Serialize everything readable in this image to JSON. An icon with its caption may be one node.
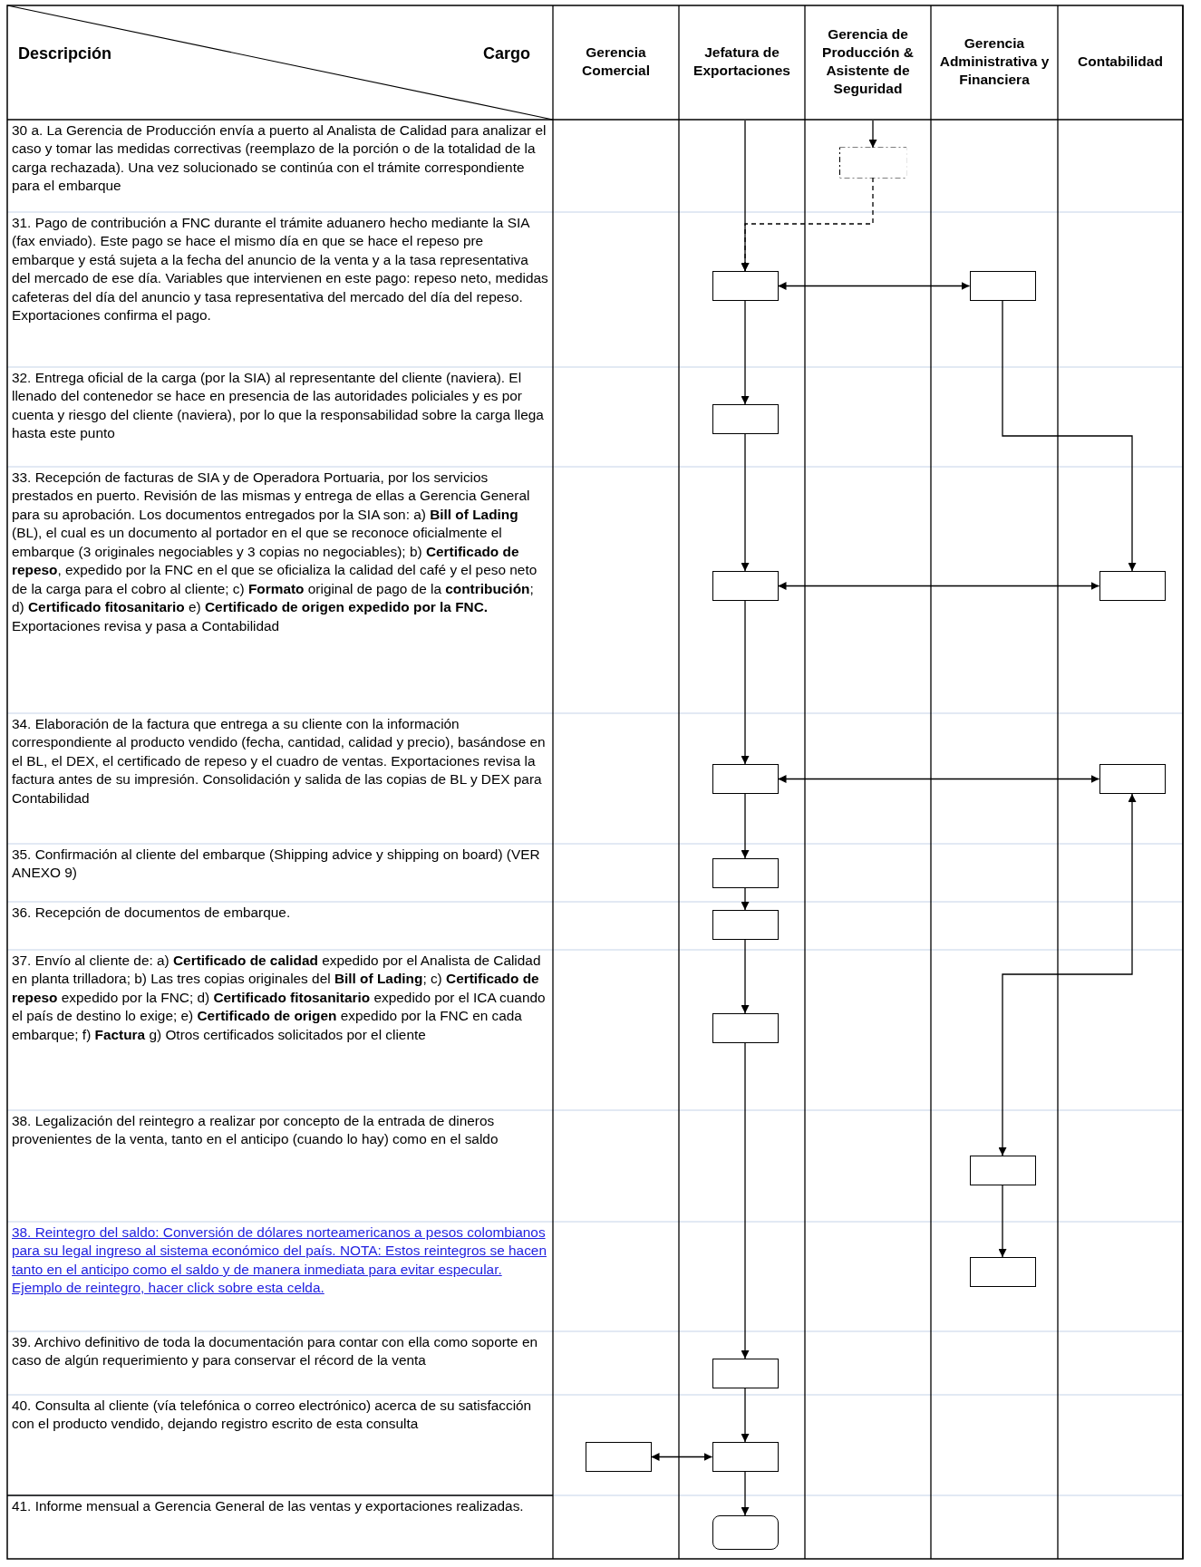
{
  "diagram": {
    "nodes": [
      {
        "text": [],
        "shape": "box"
      },
      {
        "text": [],
        "shape": "box"
      },
      {
        "text": [],
        "shape": "box"
      },
      {
        "text": [],
        "shape": "box"
      },
      {
        "text": [],
        "shape": "box"
      },
      {
        "text": [],
        "shape": "box"
      },
      {
        "text": [],
        "shape": "box"
      },
      {
        "text": [],
        "shape": "box"
      },
      {
        "text": [],
        "shape": "box"
      },
      {
        "text": [],
        "shape": "box"
      },
      {
        "text": [],
        "shape": "box"
      },
      {
        "text": [],
        "shape": "box"
      },
      {
        "text": [],
        "shape": "box"
      },
      {
        "text": [],
        "shape": "box"
      },
      {
        "text": [],
        "shape": "box"
      },
      {
        "text": [],
        "shape": "box"
      },
      {
        "text": [],
        "shape": "box"
      }
    ],
    "edges": [
      {
        "from": null,
        "to": 0,
        "arrow": "to"
      },
      {
        "from": null,
        "to": 1,
        "arrow": "to"
      },
      {
        "from": 0,
        "to": 1,
        "arrow": "to",
        "style": "dashed"
      },
      {
        "from": 1,
        "to": 2,
        "arrow": "both"
      },
      {
        "from": 1,
        "to": 3,
        "arrow": "to"
      },
      {
        "from": 2,
        "to": 5,
        "arrow": "to"
      },
      {
        "from": 3,
        "to": 4,
        "arrow": "to"
      },
      {
        "from": 4,
        "to": 5,
        "arrow": "both"
      },
      {
        "from": 4,
        "to": 6,
        "arrow": "to"
      },
      {
        "from": 6,
        "to": 7,
        "arrow": "both"
      },
      {
        "from": 6,
        "to": 8,
        "arrow": "to"
      },
      {
        "from": 8,
        "to": 9,
        "arrow": "to"
      },
      {
        "from": 9,
        "to": 10,
        "arrow": "to"
      },
      {
        "from": 7,
        "to": 11,
        "arrow": "both"
      },
      {
        "from": 10,
        "to": 13,
        "arrow": "to"
      },
      {
        "from": 11,
        "to": 12,
        "arrow": "to"
      },
      {
        "from": 13,
        "to": 15,
        "arrow": "to"
      },
      {
        "from": 14,
        "to": 15,
        "arrow": "both"
      },
      {
        "from": 15,
        "to": 16,
        "arrow": "to"
      }
    ],
    "labels": [
      "Descripción",
      "Cargo",
      "Gerencia Comercial",
      "Jefatura de Exportaciones",
      "Gerencia de Producción & Asistente de Seguridad",
      "Gerencia Administrativa y Financiera",
      "Contabilidad",
      "30 a. La Gerencia de Producción envía a puerto al Analista de Calidad para analizar el caso y tomar las medidas correctivas (reemplazo de la porción o de la totalidad de la carga rechazada). Una vez solucionado se continúa con el trámite correspondiente para el embarque",
      "31. Pago de contribución a FNC durante el trámite aduanero hecho mediante la SIA (fax enviado). Este pago se hace el mismo día en que se hace el repeso pre embarque y está sujeta a la fecha del anuncio de la venta y a la tasa representativa del mercado de ese día. Variables que intervienen en este pago: repeso neto, medidas cafeteras del día del anuncio y tasa representativa del mercado del día del repeso. Exportaciones confirma el pago.",
      "32. Entrega oficial de la carga (por la SIA) al representante del cliente (naviera). El llenado del contenedor se hace en presencia de las autoridades policiales y es por cuenta y riesgo del cliente (naviera), por lo que la responsabilidad sobre la carga llega hasta este punto",
      "33. Recepción de facturas de SIA y de Operadora Portuaria, por los servicios prestados en puerto. Revisión de las mismas y entrega de ellas a Gerencia General para su aprobación. Los documentos entregados por la SIA son: a) **Bill of Lading** (BL), el cual es un documento al portador en el que se reconoce oficialmente el embarque (3 originales negociables y 3 copias no negociables); b) **Certificado de repeso**, expedido por la FNC en el que se oficializa la calidad del café y el peso neto de la carga para el cobro al cliente; c) **Formato** original de pago de la **contribución**; d) **Certificado fitosanitario** e) **Certificado de origen expedido por la FNC.** Exportaciones revisa y pasa a Contabilidad",
      "34. Elaboración de la factura que entrega a su cliente con la información correspondiente al producto vendido (fecha, cantidad, calidad y precio), basándose en el BL, el DEX, el certificado de repeso y el cuadro de ventas. Exportaciones revisa la factura antes de su impresión. Consolidación y salida de las copias de BL y DEX para Contabilidad",
      "35. Confirmación al cliente del embarque (Shipping advice y shipping on board) (VER ANEXO 9)",
      "36. Recepción de documentos de embarque.",
      "37. Envío al cliente de: a) **Certificado de calidad** expedido por el Analista de Calidad en planta trilladora; b) Las tres copias originales del **Bill of Lading**; c) **Certificado de repeso** expedido por la FNC; d) **Certificado fitosanitario** expedido por el ICA cuando el país de destino lo exige; e) **Certificado de origen** expedido por la FNC en cada embarque; f) **Factura** g) Otros certificados solicitados por el cliente",
      "38. Legalización del reintegro a realizar por concepto de la entrada de dineros provenientes de la venta, tanto en el anticipo (cuando lo hay) como en el saldo",
      "38. Reintegro del saldo: Conversión de dólares norteamericanos a pesos colombianos para su legal ingreso al sistema económico del país. NOTA: Estos reintegros se hacen tanto en el anticipo como el saldo y de manera inmediata para evitar especular. Ejemplo de reintegro, hacer click sobre esta celda.",
      "39. Archivo definitivo de toda la documentación para contar con ella como soporte en caso de algún requerimiento y para conservar el récord de la venta",
      "40. Consulta al cliente (vía telefónica o correo electrónico) acerca de su satisfacción con el producto vendido, dejando registro escrito de esta consulta",
      "41. Informe mensual a Gerencia General de las ventas y exportaciones realizadas."
    ]
  }
}
